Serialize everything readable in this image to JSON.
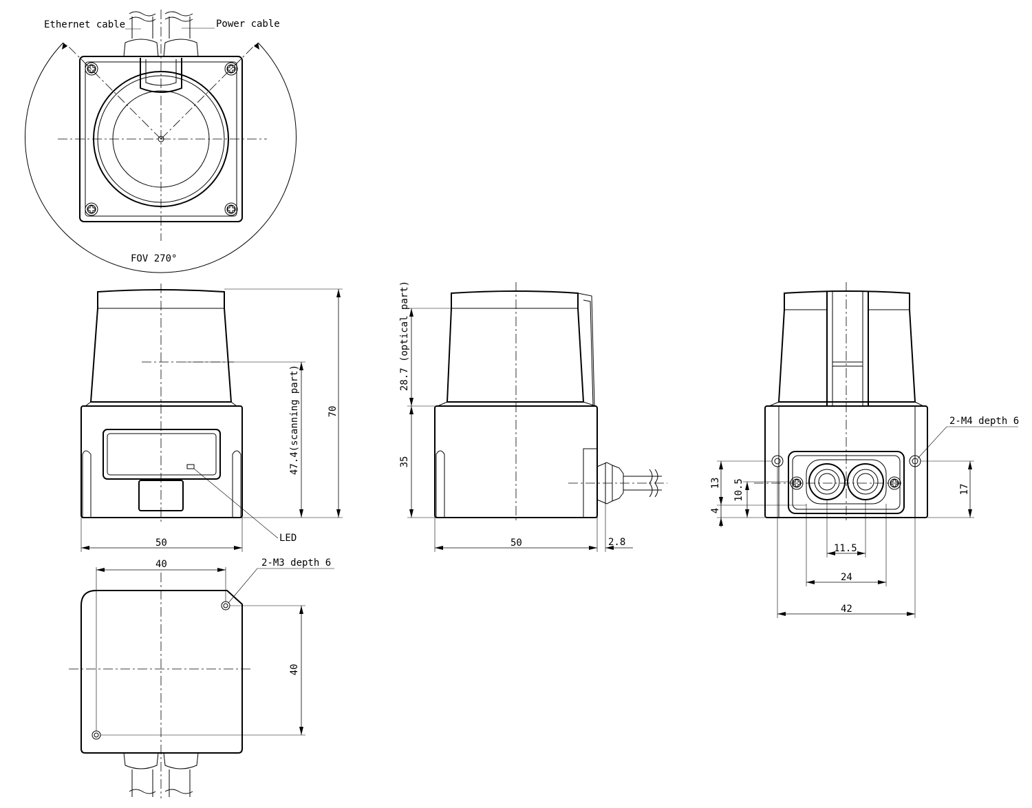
{
  "labels": {
    "ethernet_cable": "Ethernet cable",
    "power_cable": "Power cable",
    "fov": "FOV  270°",
    "led": "LED",
    "m3_depth": "2-M3 depth 6",
    "m4_depth": "2-M4 depth 6",
    "scanning_part": "47.4(scanning part)",
    "optical_part": "28.7 (optical part)"
  },
  "dimensions": {
    "front_height": "70",
    "front_width": "50",
    "bottom_width": "40",
    "bottom_depth": "40",
    "side_base_height": "35",
    "side_width": "50",
    "side_connector": "2.8",
    "rear_13": "13",
    "rear_10_5": "10.5",
    "rear_4": "4",
    "rear_17": "17",
    "rear_11_5": "11.5",
    "rear_24": "24",
    "rear_42": "42"
  }
}
